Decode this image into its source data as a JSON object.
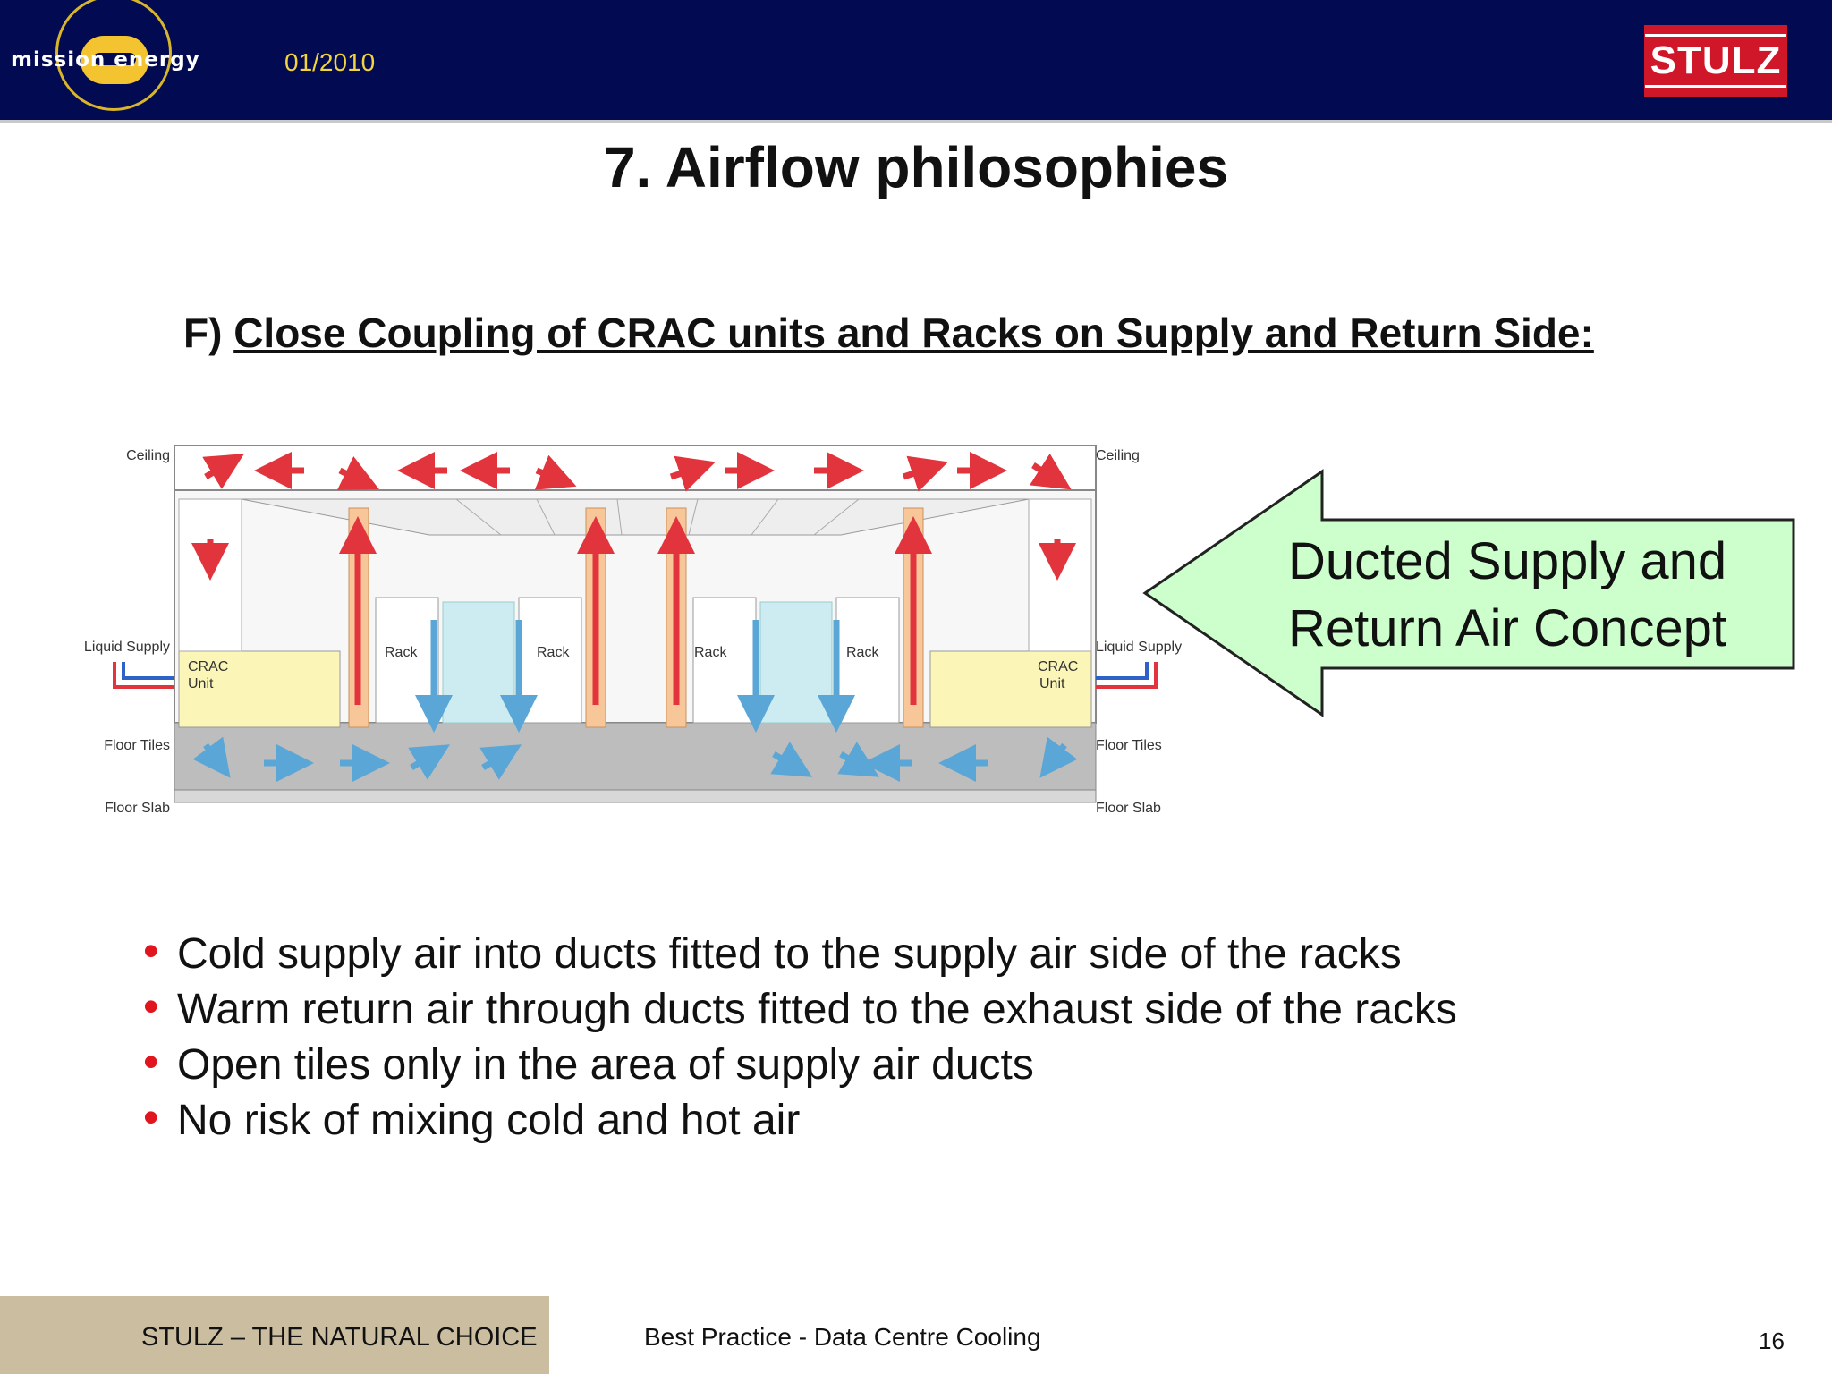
{
  "header": {
    "logo_text": "mission energy",
    "date": "01/2010",
    "brand_logo": "STULZ"
  },
  "slide": {
    "title": "7. Airflow philosophies",
    "subtitle_prefix": "F) ",
    "subtitle": "Close Coupling of CRAC units and Racks on Supply and Return Side:"
  },
  "diagram": {
    "left_labels": [
      "Ceiling",
      "Liquid Supply",
      "Floor Tiles",
      "Floor Slab"
    ],
    "right_labels": [
      "Ceiling",
      "Liquid Supply",
      "Floor Tiles",
      "Floor Slab"
    ],
    "crac_left": [
      "CRAC",
      "Unit"
    ],
    "crac_right": [
      "CRAC",
      "Unit"
    ],
    "racks": [
      "Rack",
      "Rack",
      "Rack",
      "Rack"
    ]
  },
  "callout": {
    "line1": "Ducted Supply and",
    "line2": "Return Air Concept",
    "fill_color": "#ccffcc"
  },
  "bullets": [
    "Cold supply air into ducts fitted to the supply air side of the racks",
    "Warm return air through ducts fitted to the exhaust side of the racks",
    "Open tiles only in the area of supply air ducts",
    "No risk of mixing cold and hot air"
  ],
  "footer": {
    "left": "STULZ – THE NATURAL CHOICE",
    "center": "Best Practice - Data Centre Cooling",
    "page": "16"
  },
  "colors": {
    "header_bg": "#020b52",
    "accent_red": "#e0151d",
    "footer_bg": "#cabda0"
  }
}
